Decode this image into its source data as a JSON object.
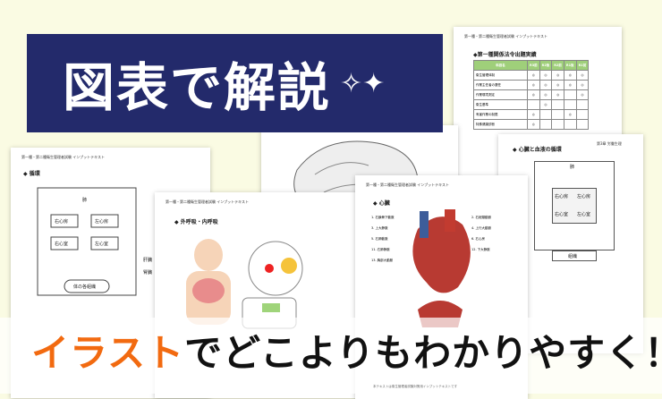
{
  "banner": {
    "title": "図表で解説",
    "sparkle_icon": "sparkle-icon"
  },
  "tagline": {
    "highlight": "イラスト",
    "rest": "でどこよりもわかりやすく！"
  },
  "header_text": "第一種・第二種衛生管理者試験 インプットテキスト",
  "pages": {
    "circulation": {
      "heading": "◆ 循環",
      "labels": [
        "右心房",
        "左心房",
        "右心室",
        "左心室",
        "肺",
        "肝臓",
        "腎臓",
        "体の各組織"
      ]
    },
    "respiration": {
      "heading": "◆ 外呼吸・内呼吸"
    },
    "heart": {
      "heading": "◆ 心臓",
      "labels": [
        "1. 右鎖骨下動脈",
        "2. 右総頸動脈",
        "3. 上大静脈",
        "4. 上行大動脈",
        "5. 右肺動脈",
        "6. 右心房",
        "11. 右肺静脈",
        "12. 下大静脈",
        "13. 胸部大動脈"
      ],
      "footer": "本テキストは衛生管理者試験対策用インプットテキストです"
    },
    "heart_circ": {
      "heading": "◆ 心臓と血液の循環",
      "header": "第3章 労働生理",
      "labels": [
        "右心房",
        "左心房",
        "右心室",
        "左心室",
        "肺",
        "組織"
      ]
    },
    "table": {
      "heading": "◆第一種関係法令出題実績",
      "columns": [
        "科目名",
        "R3前",
        "R2後",
        "R2前",
        "R1後",
        "R1前"
      ],
      "rows": [
        [
          "衛生管理体制",
          "◎",
          "◎",
          "◎",
          "◎",
          "◎"
        ],
        [
          "作業主任者の選任",
          "◎",
          "◎",
          "◎",
          "◎",
          "◎"
        ],
        [
          "作業環境測定",
          "◎",
          "◎",
          "◎",
          "",
          "◎"
        ],
        [
          "衛生基準",
          "",
          "◎",
          "",
          "",
          ""
        ],
        [
          "有害作業の制限",
          "◎",
          "",
          "",
          "◎",
          ""
        ],
        [
          "特殊健康診断",
          "◎",
          "",
          "",
          "",
          ""
        ]
      ]
    }
  }
}
